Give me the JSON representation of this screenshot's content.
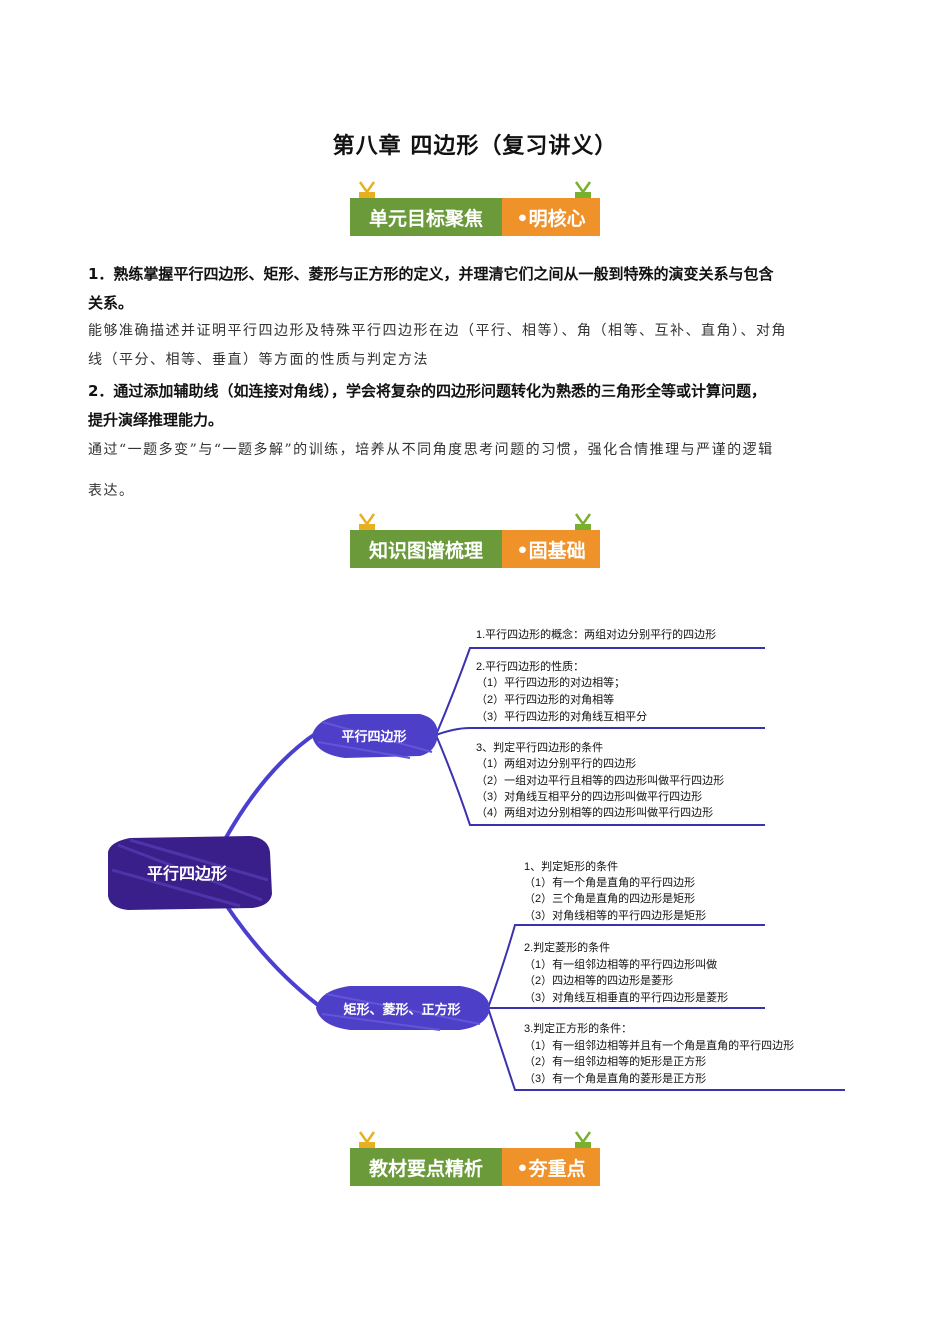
{
  "page_title": "第八章 四边形（复习讲义）",
  "banners": [
    {
      "green": "单元目标聚焦",
      "orange": "•明核心"
    },
    {
      "green": "知识图谱梳理",
      "orange": "•固基础"
    },
    {
      "green": "教材要点精析",
      "orange": "•夯重点"
    }
  ],
  "goals": {
    "g1_bold_1": "1．熟练掌握平行四边形、矩形、菱形与正方形的定义，并理清它们之间从一般到特殊的演变关系与包含",
    "g1_bold_2": "关系。",
    "g1_text_1": "能够准确描述并证明平行四边形及特殊平行四边形在边（平行、相等）、角（相等、互补、直角）、对角",
    "g1_text_2": "线（平分、相等、垂直）等方面的性质与判定方法",
    "g2_bold_1": "2．通过添加辅助线（如连接对角线），学会将复杂的四边形问题转化为熟悉的三角形全等或计算问题，",
    "g2_bold_2": "提升演绎推理能力。",
    "g2_text_1": "通过“一题多变”与“一题多解”的训练，培养从不同角度思考问题的习惯，强化合情推理与严谨的逻辑",
    "g2_text_2": "表达。"
  },
  "mindmap": {
    "root": "平行四边形",
    "branch1": {
      "label": "平行四边形",
      "concept": "1.平行四边形的概念：两组对边分别平行的四边形",
      "properties": {
        "head": "2.平行四边形的性质：",
        "items": [
          "（1）平行四边形的对边相等；",
          "（2）平行四边形的对角相等",
          "（3）平行四边形的对角线互相平分"
        ]
      },
      "criteria": {
        "head": "3、判定平行四边形的条件",
        "items": [
          "（1）两组对边分别平行的四边形",
          "（2）一组对边平行且相等的四边形叫做平行四边形",
          "（3）对角线互相平分的四边形叫做平行四边形",
          "（4）两组对边分别相等的四边形叫做平行四边形"
        ]
      }
    },
    "branch2": {
      "label": "矩形、菱形、正方形",
      "rectangle": {
        "head": "1、判定矩形的条件",
        "items": [
          "（1）有一个角是直角的平行四边形",
          "（2）三个角是直角的四边形是矩形",
          "（3）对角线相等的平行四边形是矩形"
        ]
      },
      "rhombus": {
        "head": "2.判定菱形的条件",
        "items": [
          "（1）有一组邻边相等的平行四边形叫做",
          "（2）四边相等的四边形是菱形",
          "（3）对角线互相垂直的平行四边形是菱形"
        ]
      },
      "square": {
        "head": "3.判定正方形的条件：",
        "items": [
          "（1）有一组邻边相等并且有一个角是直角的平行四边形",
          "（2）有一组邻边相等的矩形是正方形",
          "（3）有一个角是直角的菱形是正方形"
        ]
      }
    }
  }
}
